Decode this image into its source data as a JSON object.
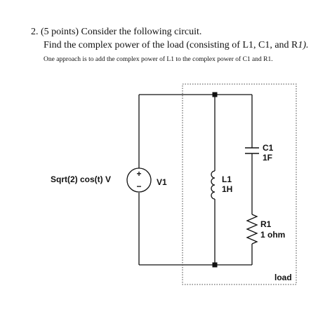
{
  "question": {
    "number_points": "2.  (5 points) Consider the following circuit.",
    "task_prefix": "Find the complex power of the load (consisting of L1, C1, and R",
    "task_suffix": "1).",
    "hint": "One approach is to add the complex power of L1 to the complex power of C1 and R1."
  },
  "circuit": {
    "source_expression": "Sqrt(2) cos(t) V",
    "source_name": "V1",
    "source_plus": "+",
    "source_minus": "−",
    "inductor_name": "L1",
    "inductor_value": "1H",
    "capacitor_name": "C1",
    "capacitor_value": "1F",
    "resistor_name": "R1",
    "resistor_value": "1 ohm",
    "load_label": "load"
  }
}
